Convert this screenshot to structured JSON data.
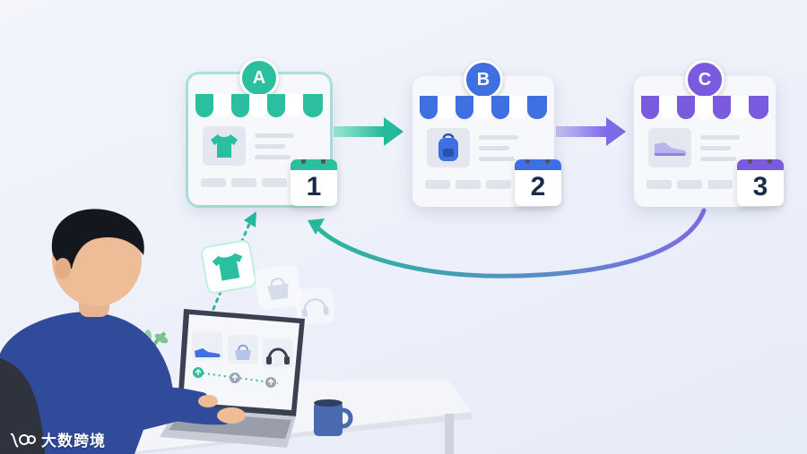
{
  "stores": [
    {
      "badge": "A",
      "day": "1",
      "color": "#2bbfa0",
      "product_icon": "tshirt-icon"
    },
    {
      "badge": "B",
      "day": "2",
      "color": "#3f6fe0",
      "product_icon": "backpack-icon"
    },
    {
      "badge": "C",
      "day": "3",
      "color": "#7a5be0",
      "product_icon": "sneaker-icon"
    }
  ],
  "laptop_products": [
    "sneaker-icon",
    "handbag-icon",
    "headphones-icon"
  ],
  "floating_products": [
    "tshirt-icon",
    "handbag-icon",
    "headphones-icon"
  ],
  "logo": {
    "text": "大数跨境"
  },
  "colors": {
    "teal": "#2bbfa0",
    "blue": "#3f6fe0",
    "purple": "#7a5be0",
    "shirt": "#1f3f8f"
  }
}
